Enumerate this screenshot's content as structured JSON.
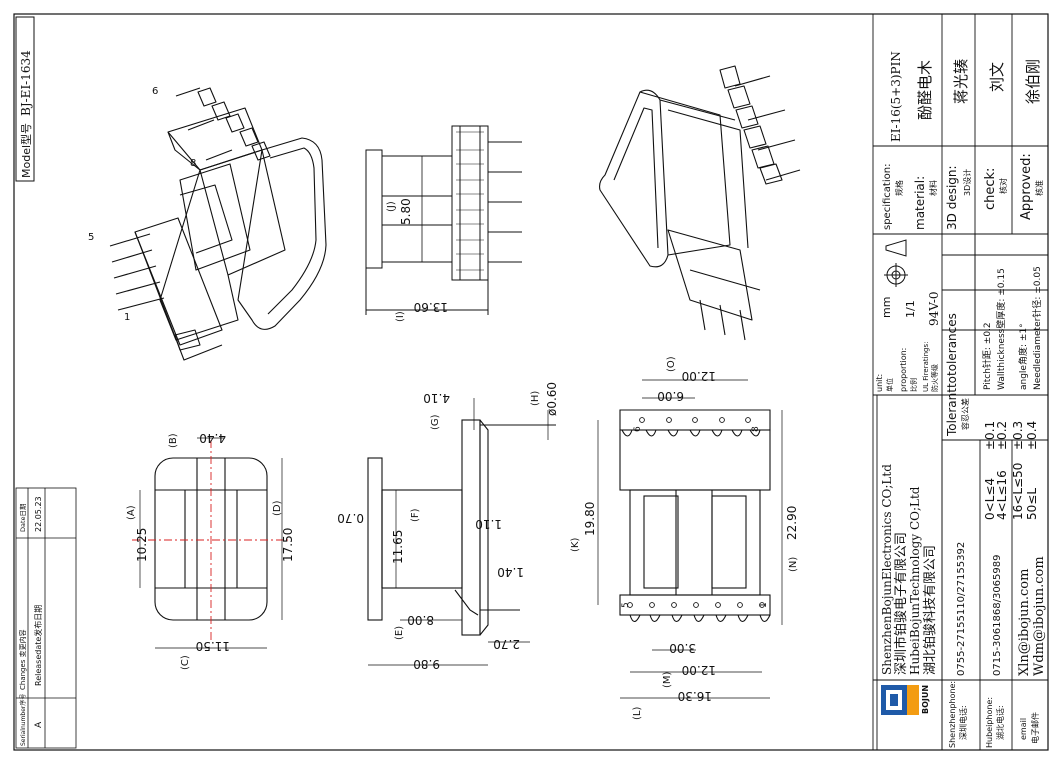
{
  "model": {
    "label": "Model型号",
    "value": "BJ-EI-1634"
  },
  "changes_table": {
    "col_serial": "Serialnumber序号",
    "col_changes": "Changes 变更内容",
    "col_date": "Date日期",
    "row_serial": "A",
    "row_changes": "Releasedate发布日期",
    "row_date": "22.05.23"
  },
  "title_block": {
    "specification_label": "specification:",
    "specification_cn": "规格",
    "specification_value": "EI-16(5+3)PIN",
    "material_label": "material:",
    "material_cn": "材料",
    "material_value": "酚醛电木",
    "design_label": "3D design:",
    "design_cn": "3D设计",
    "design_value": "蒋光辏",
    "check_label": "check:",
    "check_cn": "核对",
    "check_value": "刘文",
    "approved_label": "Approved:",
    "approved_cn": "核准",
    "approved_value": "徐伯刚",
    "unit_label": "unit:",
    "unit_cn": "单位",
    "unit_value": "mm",
    "proportion_label": "proportion:",
    "proportion_cn": "比例",
    "proportion_value": "1/1",
    "ul_label": "UL Fireratings:",
    "ul_cn": "防火等级",
    "ul_value": "94V-0",
    "tol_title": "Toleranttotolerances",
    "tol_cn": "容忍公差",
    "tol_rows": [
      {
        "range": "0<L≤4",
        "value": "±0.1"
      },
      {
        "range": "4<L≤16",
        "value": "±0.2"
      },
      {
        "range": "16<L≤50",
        "value": "±0.3"
      },
      {
        "range": "50≤L",
        "value": "±0.4"
      }
    ],
    "tol_pitch": "Pitch针距: ±0.2",
    "tol_wall": "Wallthickness壁厚度: ±0.15",
    "tol_angle": "angle角度: ±1°",
    "tol_needle": "Needlediameter针径: ±0.05",
    "company_en_1": "ShenzhenBojunElectronics CO;Ltd",
    "company_cn_1": "深圳市铂骏电子有限公司",
    "company_en_2": "HubeiBojunTechnology CO;Ltd",
    "company_cn_2": "湖北铂骏科技有限公司",
    "logo_text": "BOJUN",
    "sz_phone_label": "Shenzhenphone:",
    "sz_phone_cn": "深圳电话:",
    "sz_phone_value": "0755-27155110/27155392",
    "hb_phone_label": "Hubeiphone:",
    "hb_phone_cn": "湖北电话:",
    "hb_phone_value": "0715-3061868/3065989",
    "email_label": "email",
    "email_cn": "电子邮件",
    "email_1": "Xln@ibojun.com",
    "email_2": "Wdm@ibojun.com"
  },
  "dimensions": {
    "d_13_60": "13.60",
    "lbl_I": "(I)",
    "d_5_80": "5.80",
    "lbl_J": "(J)",
    "d_4_40": "4.40",
    "lbl_B": "(B)",
    "d_10_25": "10.25",
    "lbl_A": "(A)",
    "d_17_50": "17.50",
    "lbl_D": "(D)",
    "d_11_50": "11.50",
    "lbl_C": "(C)",
    "d_4_10": "4.10",
    "lbl_G": "(G)",
    "d_0_60": "ø0.60",
    "lbl_H": "(H)",
    "d_0_70": "0.70",
    "d_11_65": "11.65",
    "lbl_F": "(F)",
    "d_1_10": "1.10",
    "d_1_40": "1.40",
    "d_8_00": "8.00",
    "lbl_E": "(E)",
    "d_2_70": "2.70",
    "d_9_80": "9.80",
    "d_12_00_top": "12.00",
    "lbl_O": "(O)",
    "d_6_00": "6.00",
    "d_19_80": "19.80",
    "lbl_K": "(K)",
    "d_22_90": "22.90",
    "lbl_N": "(N)",
    "d_3_00": "3.00",
    "d_12_00_bot": "12.00",
    "lbl_M": "(M)",
    "d_16_30": "16.30",
    "lbl_L": "(L)"
  },
  "pin_labels": {
    "p6": "6",
    "p8": "8",
    "p5": "5",
    "p1": "1"
  },
  "iso_labels": {
    "p6": "6",
    "p8": "8",
    "p5": "5",
    "p1": "1"
  },
  "colors": {
    "line": "#111111",
    "center": "#d82020",
    "logo_blue": "#1f5aa8",
    "logo_orange": "#f39c12"
  }
}
